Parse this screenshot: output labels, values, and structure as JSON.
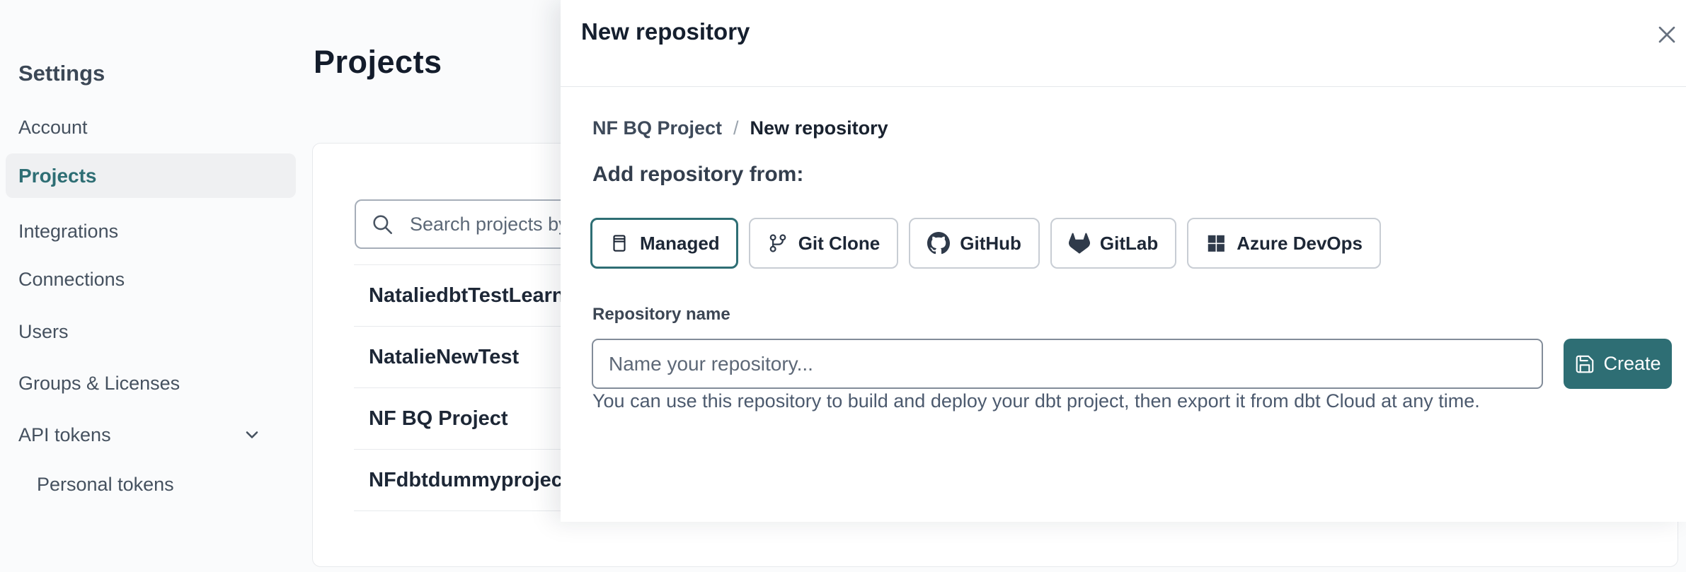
{
  "accent_color": "#2e6e74",
  "sidebar": {
    "title": "Settings",
    "items": [
      {
        "label": "Account"
      },
      {
        "label": "Projects",
        "active": true
      },
      {
        "label": "Integrations"
      },
      {
        "label": "Connections"
      },
      {
        "label": "Users"
      },
      {
        "label": "Groups & Licenses"
      },
      {
        "label": "API tokens",
        "chevron": "down"
      },
      {
        "label": "Personal tokens",
        "indent": true
      }
    ]
  },
  "main": {
    "title": "Projects",
    "search": {
      "placeholder": "Search projects by name...",
      "icon": "search-icon"
    },
    "projects": [
      {
        "name": "NataliedbtTestLearn T"
      },
      {
        "name": "NatalieNewTest"
      },
      {
        "name": "NF BQ Project"
      },
      {
        "name": "NFdbtdummyproject"
      }
    ]
  },
  "modal": {
    "title": "New repository",
    "close_icon": "close-icon",
    "breadcrumb": {
      "parent": "NF BQ Project",
      "separator": "/",
      "current": "New repository"
    },
    "section_heading": "Add repository from:",
    "source_options": [
      {
        "label": "Managed",
        "icon": "managed-repo-icon",
        "selected": true
      },
      {
        "label": "Git Clone",
        "icon": "git-branch-icon"
      },
      {
        "label": "GitHub",
        "icon": "github-icon"
      },
      {
        "label": "GitLab",
        "icon": "gitlab-icon"
      },
      {
        "label": "Azure DevOps",
        "icon": "azure-devops-icon"
      }
    ],
    "form": {
      "label": "Repository name",
      "input_placeholder": "Name your repository...",
      "create_button": {
        "label": "Create",
        "icon": "save-icon"
      },
      "helper_text": "You can use this repository to build and deploy your dbt project, then export it from dbt Cloud at any time."
    }
  }
}
